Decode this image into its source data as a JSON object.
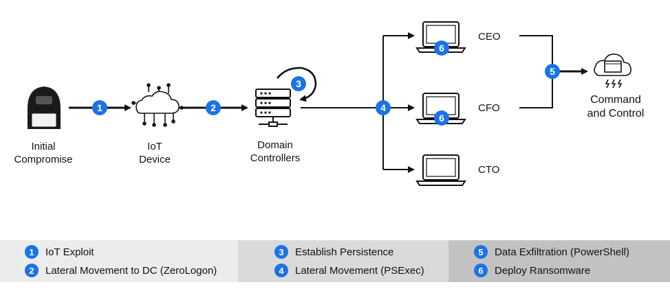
{
  "nodes": {
    "initial": [
      "Initial",
      "Compromise"
    ],
    "iot": [
      "IoT",
      "Device"
    ],
    "dc": [
      "Domain",
      "Controllers"
    ],
    "c2": [
      "Command",
      "and Control"
    ]
  },
  "targets": [
    "CEO",
    "CFO",
    "CTO"
  ],
  "step_markers": {
    "s1": "1",
    "s2": "2",
    "s3": "3",
    "s4": "4",
    "s5": "5",
    "s6a": "6",
    "s6b": "6"
  },
  "legend": [
    {
      "num": "1",
      "label": "IoT Exploit"
    },
    {
      "num": "2",
      "label": "Lateral Movement to DC (ZeroLogon)"
    },
    {
      "num": "3",
      "label": "Establish Persistence"
    },
    {
      "num": "4",
      "label": "Lateral Movement (PSExec)"
    },
    {
      "num": "5",
      "label": "Data Exfiltration (PowerShell)"
    },
    {
      "num": "6",
      "label": "Deploy Ransomware"
    }
  ],
  "colors": {
    "accent": "#1a73e8",
    "legend_bg_1": "#ececec",
    "legend_bg_2": "#dadada",
    "legend_bg_3": "#c2c2c2"
  },
  "icons": [
    "hacker-icon",
    "iot-cloud-icon",
    "server-icon",
    "laptop-icon",
    "cloud-terminal-icon",
    "circular-arrow-icon"
  ]
}
